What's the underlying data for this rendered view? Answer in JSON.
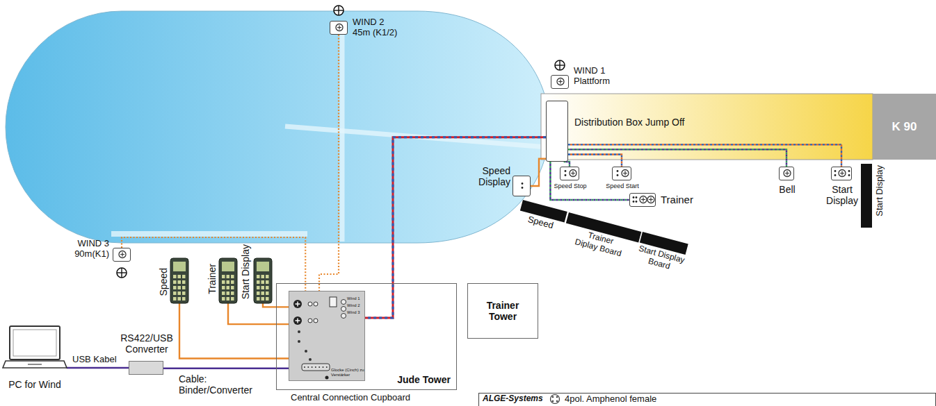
{
  "diagram": {
    "nodes": [
      {
        "text": [
          "Distribution Box Jump Off"
        ]
      },
      {
        "text": [
          "WIND 1 Plattform"
        ]
      },
      {
        "text": [
          "WIND 2 45m (K1/2)"
        ]
      },
      {
        "text": [
          "WIND 3 90m(K1)"
        ]
      },
      {
        "text": [
          "Speed Display"
        ]
      },
      {
        "text": [
          "Speed Stop"
        ]
      },
      {
        "text": [
          "Speed Start"
        ]
      },
      {
        "text": [
          "Bell"
        ]
      },
      {
        "text": [
          "Start Display"
        ]
      },
      {
        "text": [
          "Trainer"
        ]
      },
      {
        "text": [
          "Speed"
        ]
      },
      {
        "text": [
          "Trainer Diplay Board"
        ]
      },
      {
        "text": [
          "Start Display Board"
        ]
      },
      {
        "text": [
          "Start Display"
        ]
      },
      {
        "text": [
          "K 90"
        ]
      },
      {
        "text": [
          "Jude Tower",
          "Central Connection Cupboard"
        ]
      },
      {
        "text": [
          "Glocke (Cinch) zu Verstärker"
        ],
        "in": 15
      },
      {
        "text": [
          "Trainer Tower"
        ]
      },
      {
        "text": [
          "Speed"
        ]
      },
      {
        "text": [
          "Trainer"
        ]
      },
      {
        "text": [
          "Start Display"
        ]
      },
      {
        "text": [
          "RS422/USB Converter"
        ]
      },
      {
        "text": [
          "PC for Wind"
        ]
      }
    ],
    "edges": [
      {
        "from": 0,
        "to": 16,
        "arrow": "none"
      },
      {
        "from": 2,
        "to": 16,
        "arrow": "none"
      },
      {
        "from": 3,
        "to": 16,
        "arrow": "none"
      },
      {
        "from": 0,
        "to": 4,
        "arrow": "none"
      },
      {
        "from": 0,
        "to": 5,
        "arrow": "none"
      },
      {
        "from": 0,
        "to": 6,
        "arrow": "none"
      },
      {
        "from": 0,
        "to": 7,
        "arrow": "none"
      },
      {
        "from": 0,
        "to": 8,
        "arrow": "none"
      },
      {
        "from": 0,
        "to": 9,
        "arrow": "none"
      },
      {
        "from": 18,
        "to": 16,
        "arrow": "none"
      },
      {
        "from": 19,
        "to": 16,
        "arrow": "none"
      },
      {
        "from": 20,
        "to": 16,
        "arrow": "none"
      },
      {
        "from": 22,
        "to": 21,
        "label": "USB Kabel",
        "arrow": "none"
      },
      {
        "from": 21,
        "to": 16,
        "label": "Cable: Binder/Converter",
        "arrow": "none"
      }
    ],
    "labels": [
      "Wind 1",
      "Wind 2",
      "Wind 3",
      "ALGE-Systems"
    ],
    "legend": [
      {
        "text": "4pol. Amphenol female"
      }
    ]
  }
}
